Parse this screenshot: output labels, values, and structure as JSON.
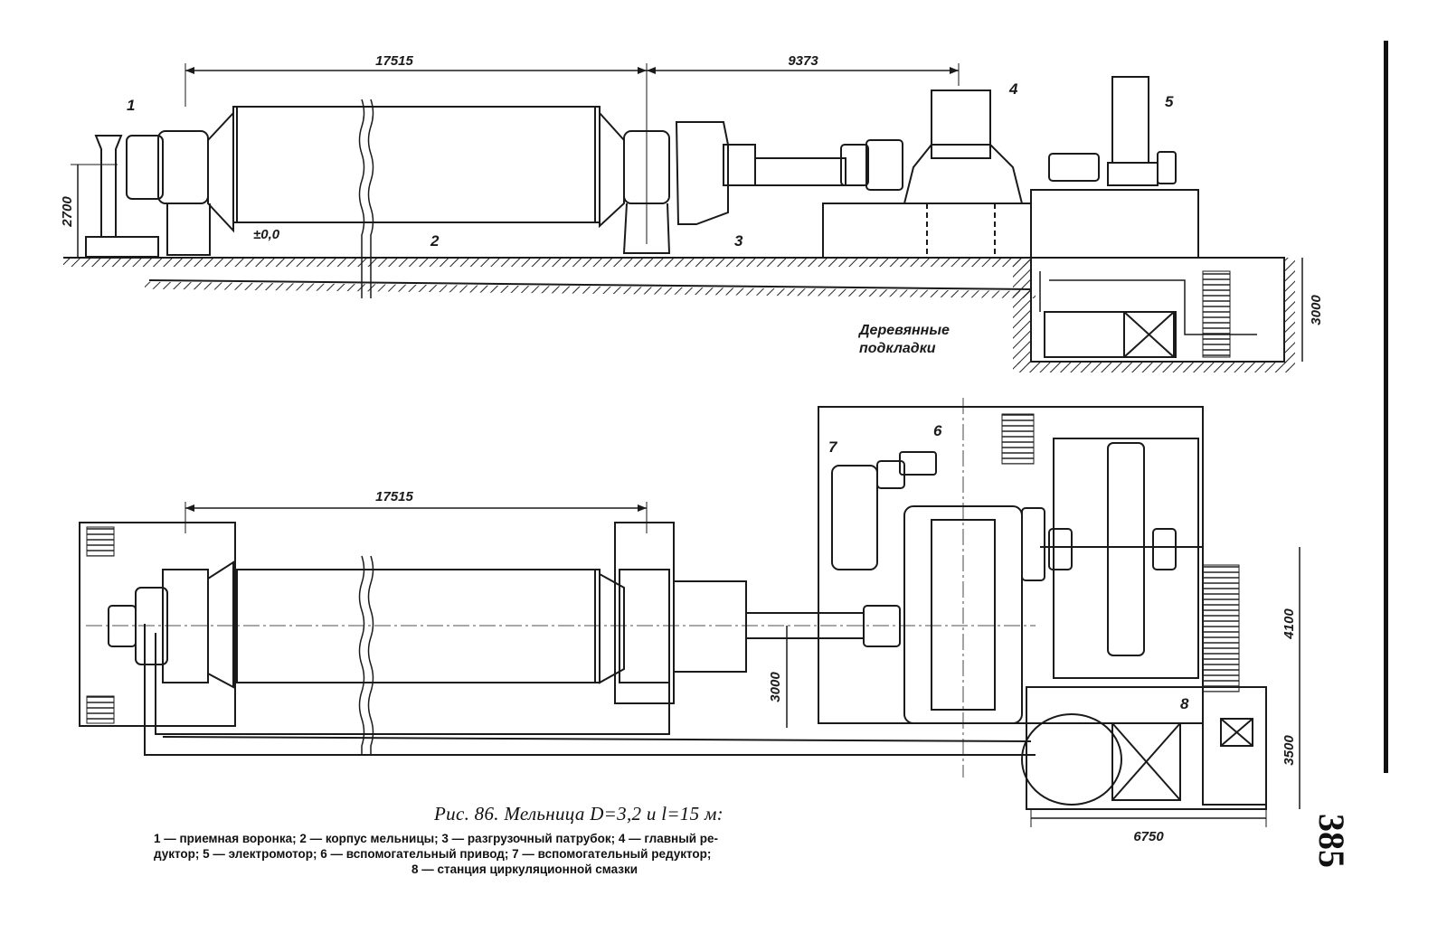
{
  "elevation": {
    "dims": {
      "mill_length": "17515",
      "drive_distance": "9373",
      "height": "2700",
      "pit_depth": "3000",
      "level": "±0,0"
    },
    "callouts": [
      "1",
      "2",
      "3",
      "4",
      "5"
    ],
    "note_line1": "Деревянные",
    "note_line2": "подкладки"
  },
  "plan": {
    "dims": {
      "mill_length": "17515",
      "axis_offset": "3000",
      "motor_offset": "4100",
      "station_offset": "3500",
      "station_width": "6750"
    },
    "callouts": [
      "6",
      "7",
      "8"
    ]
  },
  "caption": {
    "title": "Рис. 86. Мельница D=3,2 и l=15 м:",
    "legend_line1": "1 — приемная воронка; 2 — корпус мельницы; 3 — разгрузочный патрубок; 4 — главный ре-",
    "legend_line2": "дуктор; 5 — электромотор; 6 — вспомогательный привод; 7 — вспомогательный редуктор;",
    "legend_line3": "8 — станция циркуляционной смазки"
  },
  "page_number": "385"
}
